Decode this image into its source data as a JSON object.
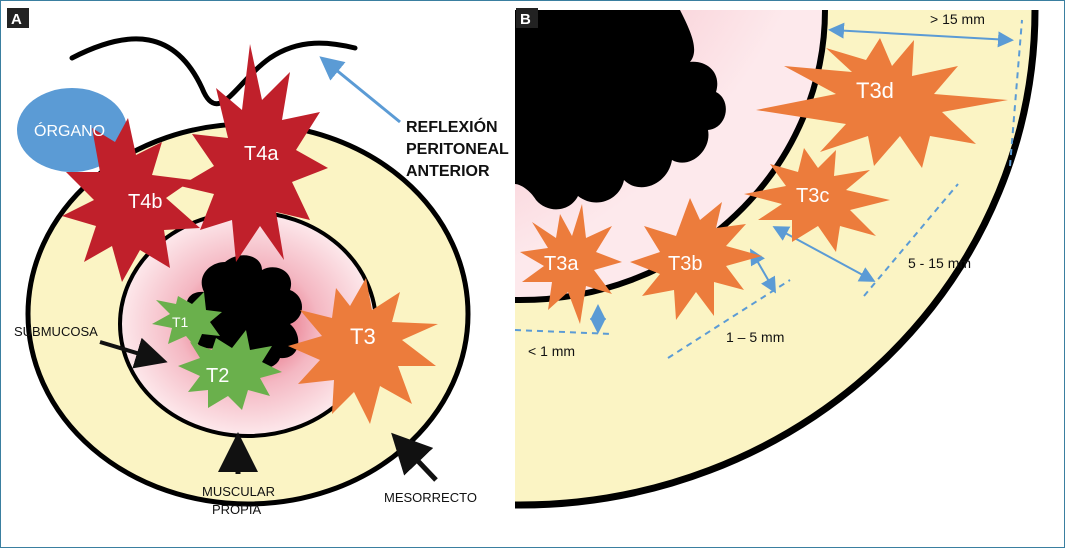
{
  "panel_a": {
    "tag": "A",
    "organ_label": "ÓRGANO",
    "reflexion_line1": "REFLEXIÓN",
    "reflexion_line2": "PERITONEAL",
    "reflexion_line3": "ANTERIOR",
    "submucosa_label": "SUBMUCOSA",
    "muscular_line1": "MUSCULAR",
    "muscular_line2": "PROPIA",
    "mesorrecto_label": "MESORRECTO",
    "tumors": {
      "t1": "T1",
      "t2": "T2",
      "t3": "T3",
      "t4a": "T4a",
      "t4b": "T4b"
    }
  },
  "panel_b": {
    "tag": "B",
    "tumors": {
      "t3a": "T3a",
      "t3b": "T3b",
      "t3c": "T3c",
      "t3d": "T3d"
    },
    "measurements": {
      "lt1": "< 1 mm",
      "r1_5": "1 – 5 mm",
      "r5_15": "5 - 15 mm",
      "gt15": "> 15 mm"
    }
  },
  "colors": {
    "mesorectum": "#fbf4c4",
    "mucosa_pink": "#f4b7c2",
    "lumen": "#000000",
    "organ_blue": "#5b9bd5",
    "t4_red": "#c0202b",
    "t3_orange": "#ec7c3c",
    "t1_t2_green": "#6ab04c",
    "arrow_blue": "#5b9bd5"
  }
}
